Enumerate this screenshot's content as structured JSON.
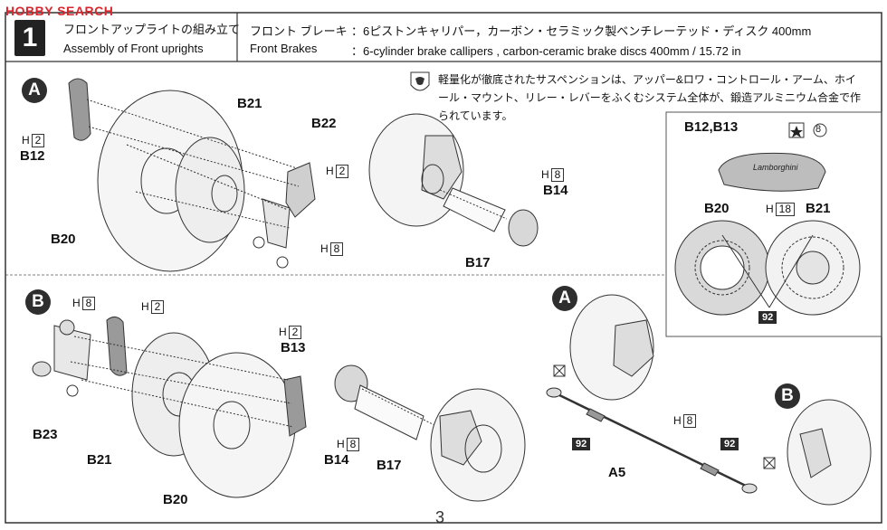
{
  "watermark": {
    "prefix": "",
    "brand": "HOBBY SEARCH",
    "accent": "#d8262d"
  },
  "step": {
    "number": "1",
    "title_jp": "フロントアップライトの組み立て",
    "title_en": "Assembly of Front uprights"
  },
  "spec": {
    "label_jp": "フロント ブレーキ",
    "value_jp": "：6ピストンキャリパー，カーボン・セラミック製ベンチレーテッド・ディスク 400mm",
    "label_en": "Front  Brakes",
    "value_en": "：6-cylinder brake callipers , carbon-ceramic brake discs 400mm / 15.72 in"
  },
  "note_jp": "軽量化が徹底されたサスペンションは、アッパー&ロワ・コントロール・アーム、ホイール・マウント、リレー・レバーをふくむシステム全体が、鍛造アルミニウム合金で作られています。",
  "sections": {
    "a": {
      "marker": "A",
      "parts": {
        "b21": "B21",
        "b22": "B22",
        "b12": "B12",
        "b20": "B20",
        "b14": "B14",
        "b17": "B17"
      },
      "h_tags": [
        {
          "prefix": "H",
          "num": "2"
        },
        {
          "prefix": "H",
          "num": "2"
        },
        {
          "prefix": "H",
          "num": "8"
        },
        {
          "prefix": "H",
          "num": "8"
        }
      ]
    },
    "b": {
      "marker": "B",
      "parts": {
        "b23": "B23",
        "b21": "B21",
        "b20": "B20",
        "b13": "B13",
        "b14": "B14",
        "b17": "B17",
        "a5": "A5"
      },
      "h_tags": [
        {
          "prefix": "H",
          "num": "8"
        },
        {
          "prefix": "H",
          "num": "2"
        },
        {
          "prefix": "H",
          "num": "2"
        },
        {
          "prefix": "H",
          "num": "8"
        },
        {
          "prefix": "H",
          "num": "8"
        }
      ],
      "sub_markers": {
        "a": "A",
        "b": "B"
      },
      "badges": [
        "92",
        "92"
      ]
    }
  },
  "inset": {
    "title": "B12,B13",
    "paint_code": "8",
    "caliper_text": "Lamborghini",
    "b20": "B20",
    "b21": "B21",
    "h_tag": {
      "prefix": "H",
      "num": "18"
    },
    "badge": "92"
  },
  "page_number": "3"
}
